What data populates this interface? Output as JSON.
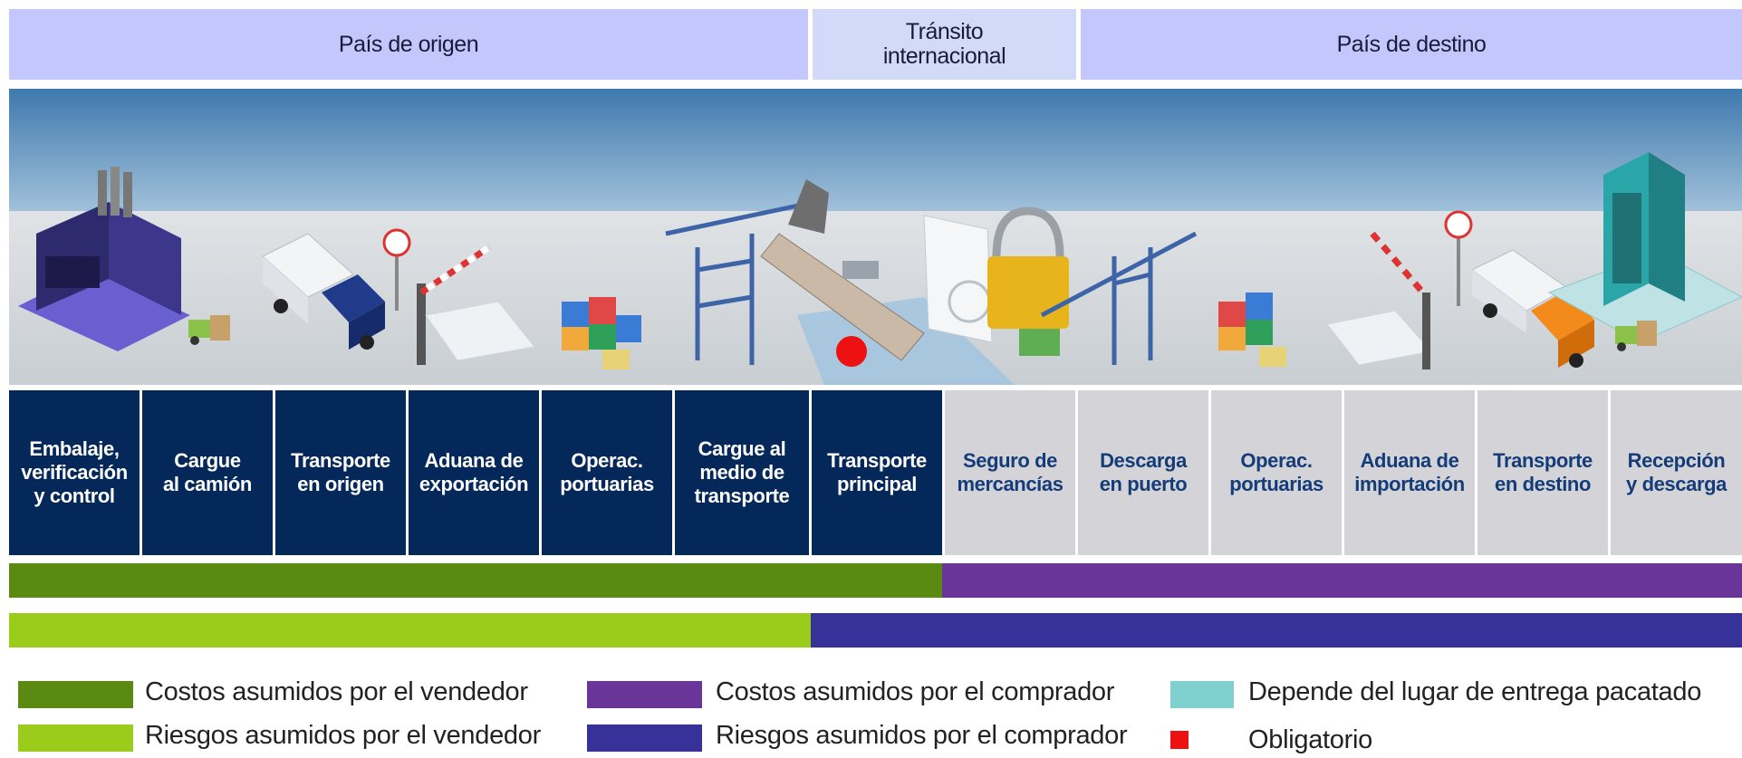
{
  "header": {
    "origin": "País de origen",
    "transit": "Tránsito\ninternacional",
    "destination": "País de destino"
  },
  "steps": [
    {
      "label": "Embalaje,\nverificación\ny control",
      "party": "seller"
    },
    {
      "label": "Cargue\nal camión",
      "party": "seller"
    },
    {
      "label": "Transporte\nen origen",
      "party": "seller"
    },
    {
      "label": "Aduana de\nexportación",
      "party": "seller"
    },
    {
      "label": "Operac.\nportuarias",
      "party": "seller"
    },
    {
      "label": "Cargue al\nmedio de\ntransporte",
      "party": "seller"
    },
    {
      "label": "Transporte\nprincipal",
      "party": "seller"
    },
    {
      "label": "Seguro de\nmercancías",
      "party": "buyer"
    },
    {
      "label": "Descarga\nen puerto",
      "party": "buyer"
    },
    {
      "label": "Operac.\nportuarias",
      "party": "buyer"
    },
    {
      "label": "Aduana de\nimportación",
      "party": "buyer"
    },
    {
      "label": "Transporte\nen destino",
      "party": "buyer"
    },
    {
      "label": "Recepción\ny descarga",
      "party": "buyer"
    }
  ],
  "bars": {
    "costs_seller_steps": 7,
    "risks_seller_steps": 6
  },
  "legend": {
    "costs_seller": "Costos asumidos por el vendedor",
    "risks_seller": "Riesgos asumidos por el vendedor",
    "costs_buyer": "Costos asumidos por el comprador",
    "risks_buyer": "Riesgos asumidos por el comprador",
    "depends": "Depende del lugar de entrega pacatado",
    "mandatory": "Obligatorio"
  },
  "colors": {
    "header_bg": "#c3c7fb",
    "header_transit_bg": "#d3daf9",
    "seller_cell": "#04285a",
    "buyer_cell": "#d4d4d8",
    "costs_seller": "#5b8a13",
    "risks_seller": "#9ccc1b",
    "costs_buyer": "#6a3599",
    "risks_buyer": "#37329a",
    "depends": "#80d0d0",
    "mandatory": "#ee1111"
  },
  "icons": [
    "factory-icon",
    "forklift-icon",
    "truck-icon",
    "barrier-icon",
    "stop-sign-icon",
    "containers-icon",
    "crane-icon",
    "ship-icon",
    "mandatory-dot-icon",
    "padlock-icon",
    "document-icon",
    "building-icon"
  ]
}
